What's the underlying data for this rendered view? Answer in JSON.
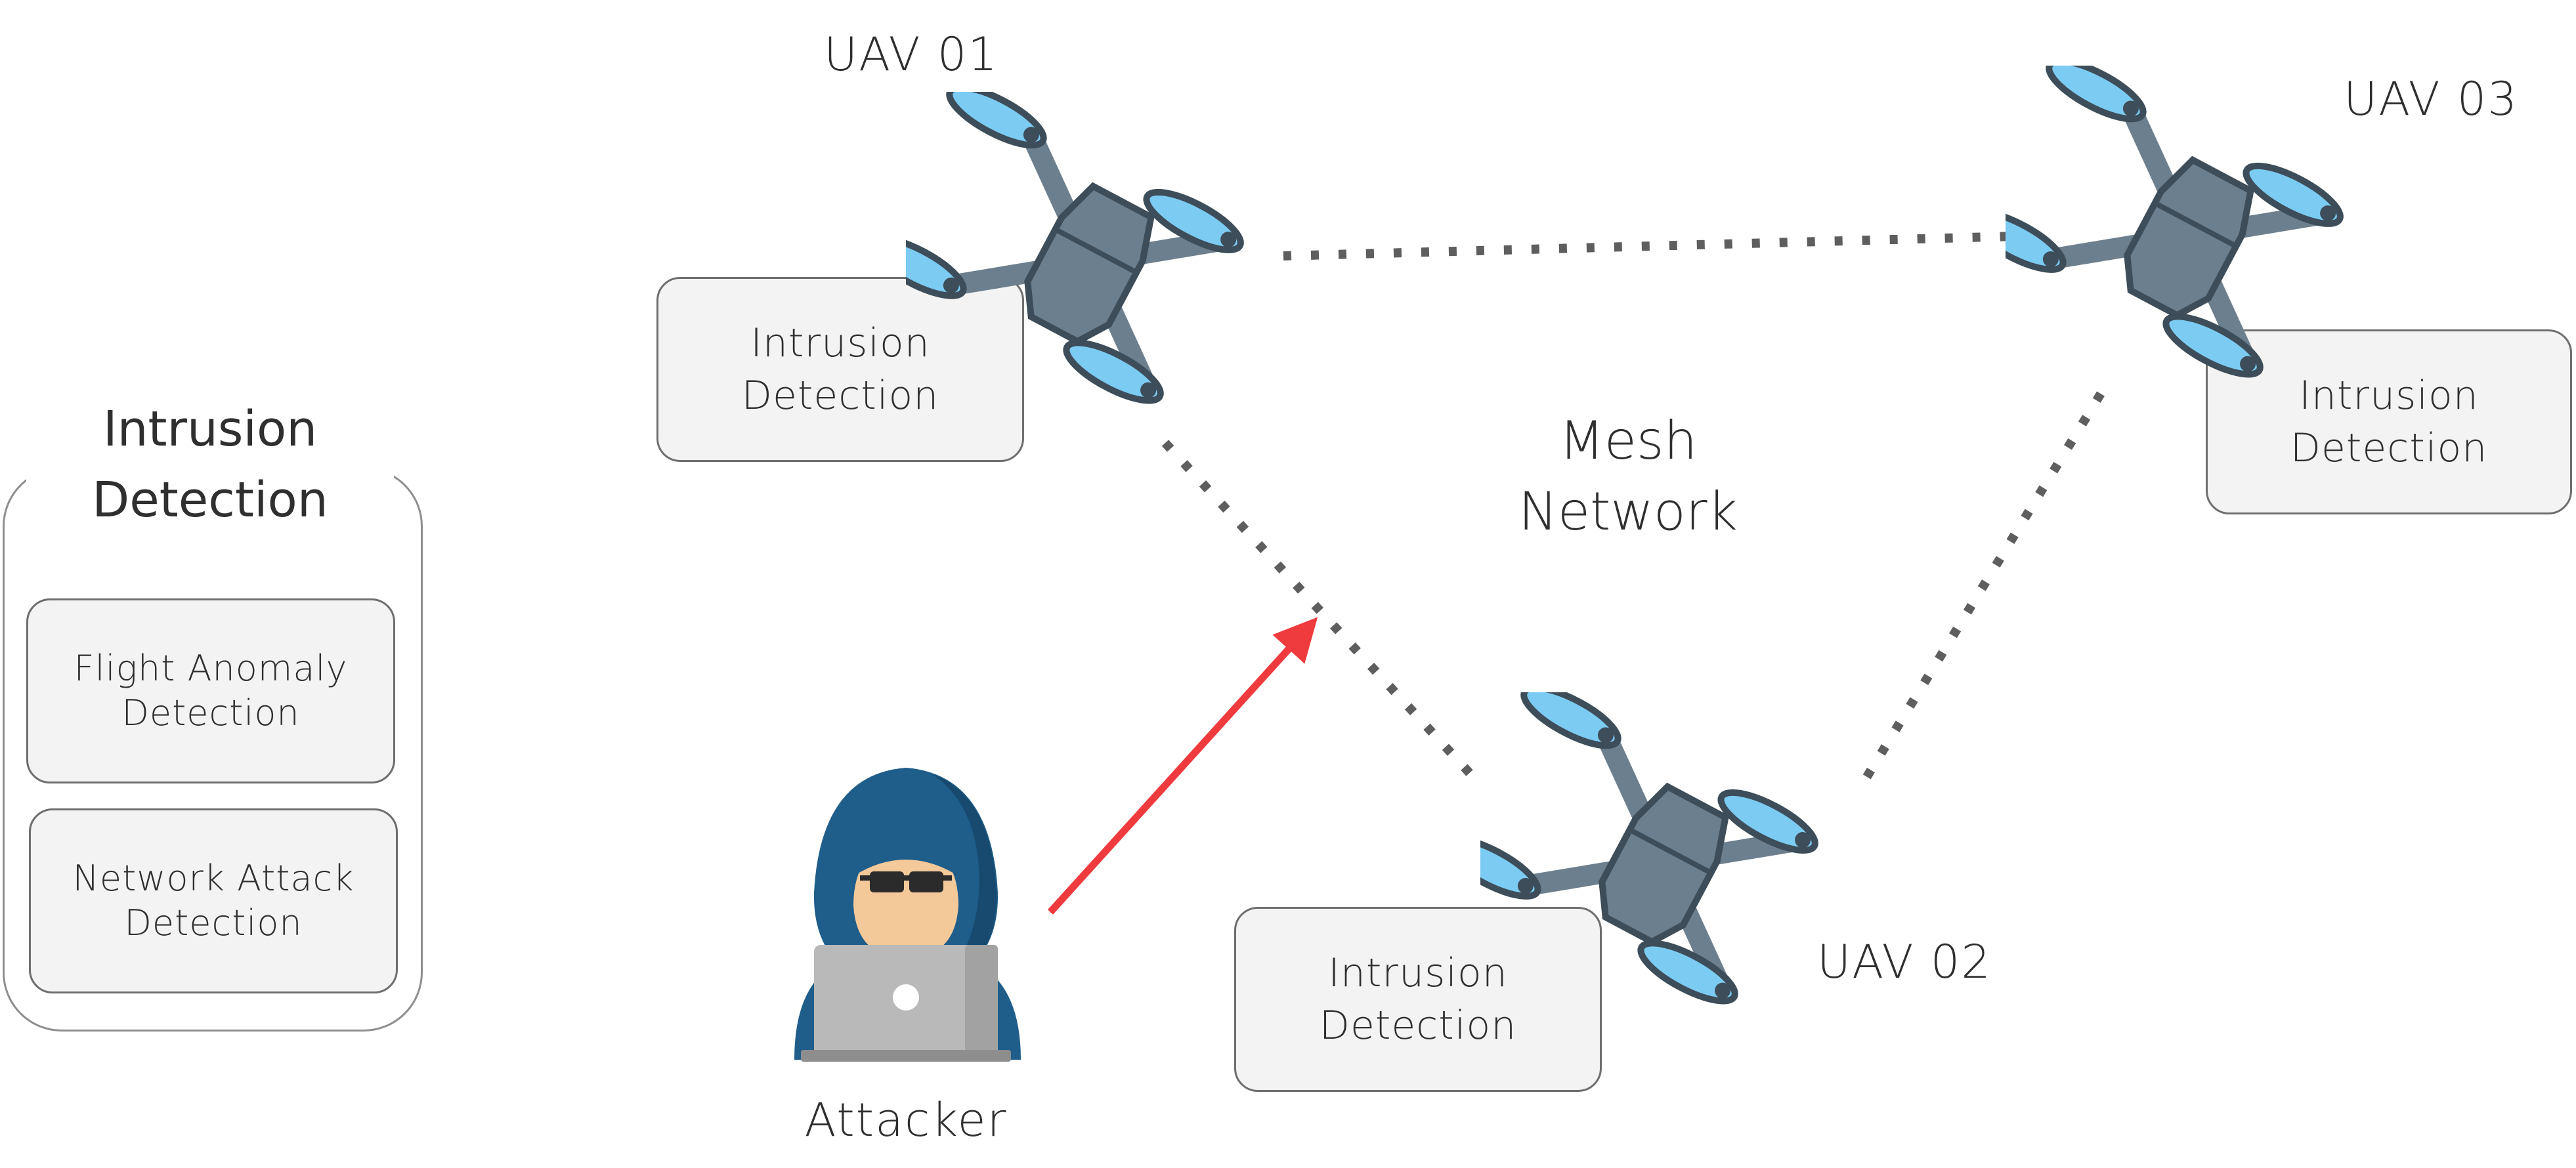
{
  "panel": {
    "title_line1": "Intrusion",
    "title_line2": "Detection",
    "modules": [
      {
        "line1": "Flight Anomaly",
        "line2": "Detection"
      },
      {
        "line1": "Network Attack",
        "line2": "Detection"
      }
    ]
  },
  "mesh": {
    "line1": "Mesh",
    "line2": "Network"
  },
  "uavs": [
    {
      "label": "UAV 01",
      "ids_line1": "Intrusion",
      "ids_line2": "Detection"
    },
    {
      "label": "UAV 02",
      "ids_line1": "Intrusion",
      "ids_line2": "Detection"
    },
    {
      "label": "UAV 03",
      "ids_line1": "Intrusion",
      "ids_line2": "Detection"
    }
  ],
  "attacker": {
    "label": "Attacker"
  },
  "colors": {
    "drone_body": "#6c7f8e",
    "drone_outline": "#3d4d59",
    "propeller": "#7ccbf2",
    "attack_arrow": "#ef3b3e",
    "hood": "#1f5d8a",
    "laptop": "#b9b9b9"
  }
}
